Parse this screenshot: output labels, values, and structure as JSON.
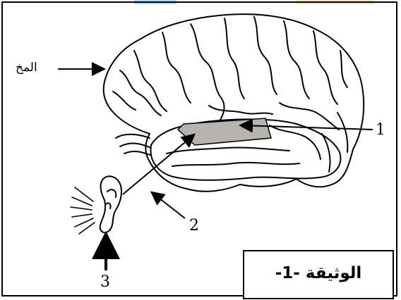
{
  "labels": {
    "brain": "المخ",
    "n1": "1",
    "n2": "2",
    "n3": "3"
  },
  "document_title": "الوثيقة -1-",
  "colors": {
    "highlight_region": "#b7b4ae",
    "top_accent_left": "#5aa3e0",
    "top_accent_right": "#f2c27a"
  }
}
